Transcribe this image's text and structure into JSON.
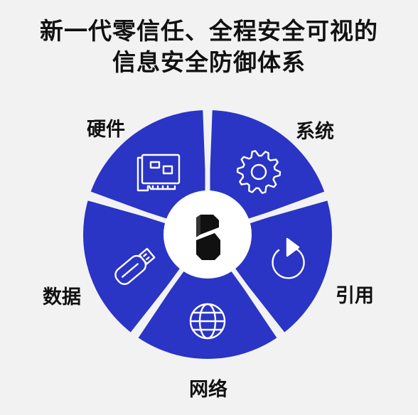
{
  "title_line1": "新一代零信任、全程安全可视的",
  "title_line2": "信息安全防御体系",
  "colors": {
    "segment_fill": "#2a34c5",
    "icon_stroke": "#ffffff",
    "center_fill": "#ffffff",
    "logo_fill": "#111111",
    "background": "#f2f2f2"
  },
  "segments": [
    {
      "label": "硬件",
      "icon": "circuit-board-icon"
    },
    {
      "label": "系统",
      "icon": "gear-icon"
    },
    {
      "label": "引用",
      "icon": "refresh-arrow-icon"
    },
    {
      "label": "网络",
      "icon": "globe-icon"
    },
    {
      "label": "数据",
      "icon": "usb-drive-icon"
    }
  ],
  "center_icon": "cube-logo-icon"
}
